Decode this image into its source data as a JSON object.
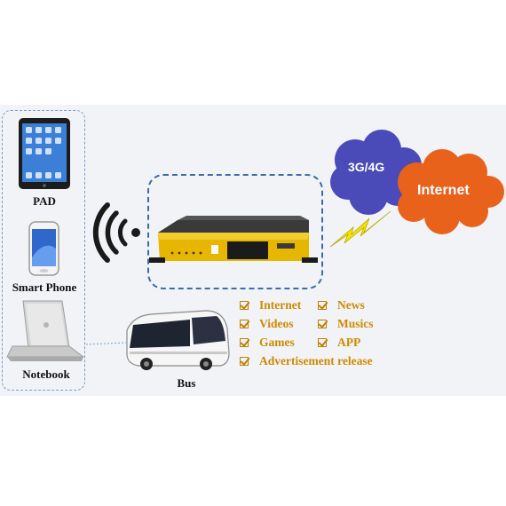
{
  "devices": {
    "pad_label": "PAD",
    "phone_label": "Smart Phone",
    "notebook_label": "Notebook"
  },
  "bus_label": "Bus",
  "clouds": {
    "network_label": "3G/4G",
    "internet_label": "Internet"
  },
  "services": [
    "Internet",
    "News",
    "Videos",
    "Musics",
    "Games",
    "APP",
    "Advertisement release"
  ],
  "colors": {
    "service_text": "#d08a00",
    "network_cloud": "#4a4ab8",
    "internet_cloud": "#e8621c",
    "router_body": "#e8b800",
    "lightning": "#f5e400"
  }
}
